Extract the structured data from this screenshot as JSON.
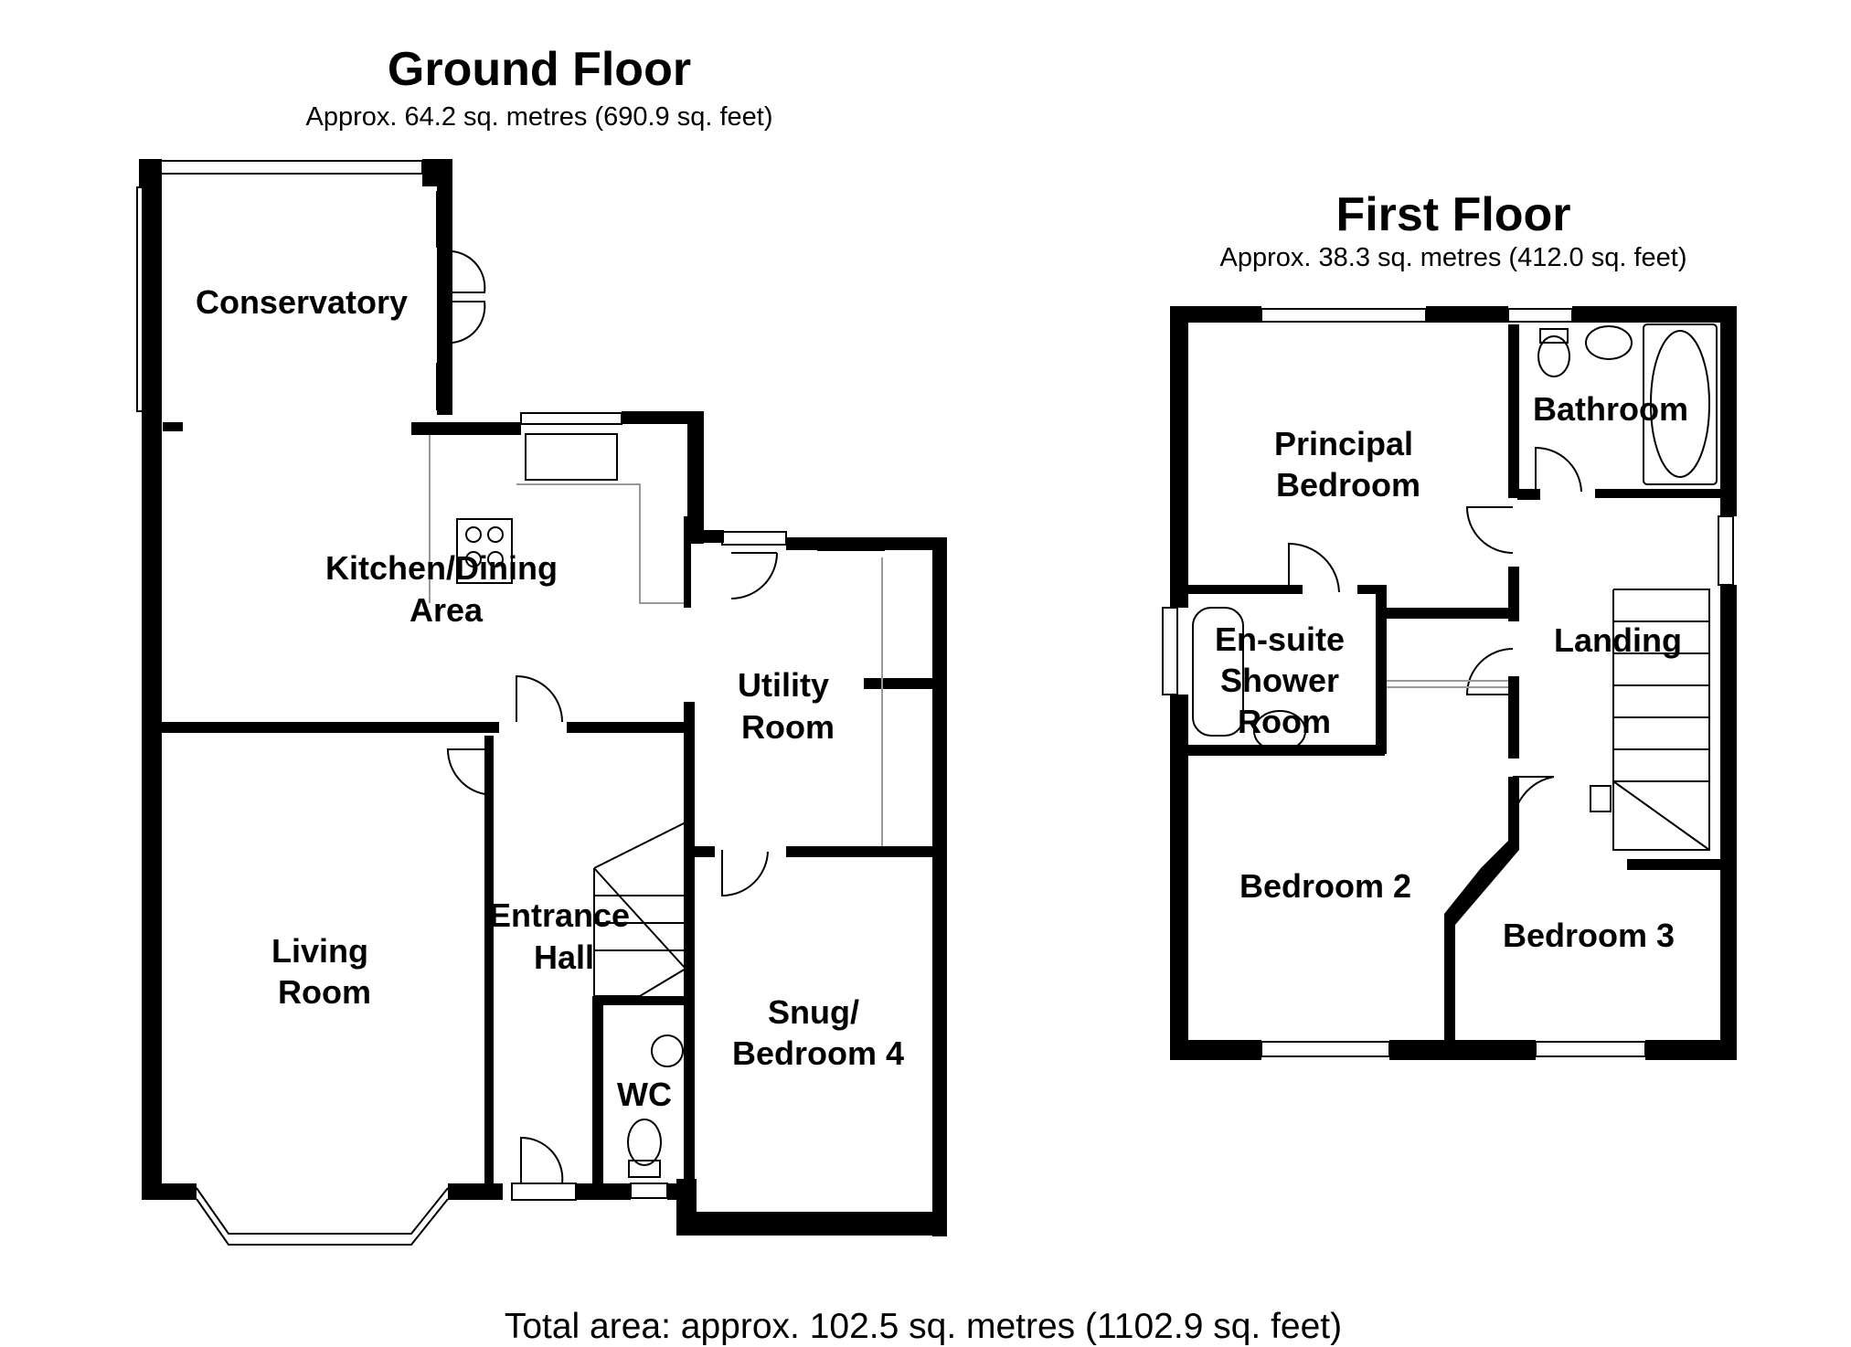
{
  "ground_floor": {
    "title": "Ground Floor",
    "area": "Approx.  64.2 sq. metres (690.9 sq. feet)",
    "rooms": {
      "conservatory": [
        "Conservatory"
      ],
      "kitchen": [
        "Kitchen/Dining",
        "Area"
      ],
      "utility": [
        "Utility",
        "Room"
      ],
      "living": [
        "Living",
        "Room"
      ],
      "entrance": [
        "Entrance",
        "Hall"
      ],
      "wc": [
        "WC"
      ],
      "snug": [
        "Snug/",
        "Bedroom 4"
      ]
    }
  },
  "first_floor": {
    "title": "First Floor",
    "area": "Approx.  38.3 sq. metres (412.0 sq. feet)",
    "rooms": {
      "principal": [
        "Principal",
        "Bedroom"
      ],
      "bathroom": [
        "Bathroom"
      ],
      "ensuite": [
        "En-suite",
        "Shower",
        "Room"
      ],
      "landing": [
        "Landing"
      ],
      "bedroom2": [
        "Bedroom 2"
      ],
      "bedroom3": [
        "Bedroom 3"
      ]
    }
  },
  "total_area": "Total area: approx. 102.5 sq. metres (1102.9 sq. feet)"
}
